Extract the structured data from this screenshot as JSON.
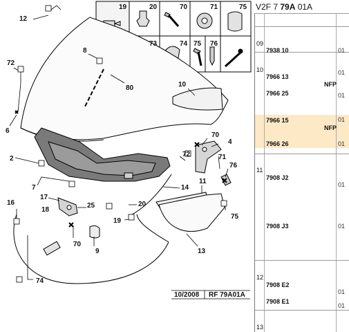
{
  "header": {
    "prefix": "V2F 7 ",
    "code": "79A",
    "suffix": " 01A"
  },
  "footer": {
    "date": "10/2008",
    "ref": "RF 79A01A"
  },
  "callouts": {
    "c12": "12",
    "c72a": "72",
    "c6": "6",
    "c8": "8",
    "c80": "80",
    "c10": "10",
    "c70a": "70",
    "c4": "4",
    "c72b": "72",
    "c2": "2",
    "c71": "71",
    "c76": "76",
    "c7": "7",
    "c14": "14",
    "c11": "11",
    "c16": "16",
    "c17": "17",
    "c25": "25",
    "c20": "20",
    "c75": "75",
    "c19": "19",
    "c18": "18",
    "c70b": "70",
    "c9": "9",
    "c13": "13",
    "c74": "74"
  },
  "legend": {
    "n19": "19",
    "n20": "20",
    "n70": "70",
    "n71": "71",
    "n75": "75",
    "n73": "73",
    "n74": "74",
    "n75b": "75",
    "n76": "76"
  },
  "table": {
    "rows": [
      {
        "num": "09",
        "ref": "7938 10",
        "note": "",
        "qty": "01"
      },
      {
        "num": "10",
        "ref": "7966 13",
        "note": "NFP",
        "qty": "01"
      },
      {
        "num": "",
        "ref": "7966 25",
        "note": "",
        "qty": "01"
      },
      {
        "num": "",
        "ref": "7966 15",
        "note": "NFP",
        "qty": "01",
        "highlight": true
      },
      {
        "num": "",
        "ref": "7966 26",
        "note": "",
        "qty": "01"
      },
      {
        "num": "11",
        "ref": "7908 J2",
        "note": "",
        "qty": "01"
      },
      {
        "num": "",
        "ref": "7908 J3",
        "note": "",
        "qty": "01"
      },
      {
        "num": "12",
        "ref": "7908 E2",
        "note": "",
        "qty": "01"
      },
      {
        "num": "",
        "ref": "7908 E1",
        "note": "",
        "qty": "01"
      },
      {
        "num": "13",
        "ref": "",
        "note": "",
        "qty": ""
      }
    ]
  },
  "colors": {
    "highlight": "#fde9c6",
    "legendShade": "#e6e6e6",
    "liner": "#6f6f6f"
  }
}
